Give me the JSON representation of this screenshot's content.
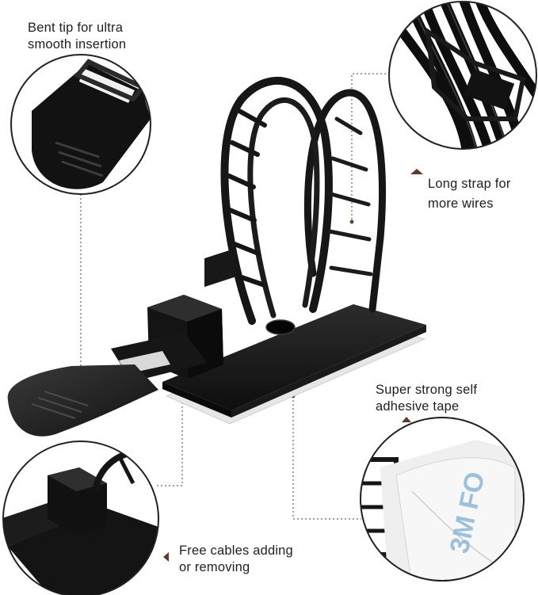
{
  "callouts": {
    "tip": {
      "line1": "Bent tip for ultra",
      "line2": "smooth insertion"
    },
    "strap": {
      "line1": "Long strap for",
      "line2": "more wires"
    },
    "tape": {
      "line1": "Super strong self",
      "line2": "adhesive tape"
    },
    "cables": {
      "line1": "Free cables adding",
      "line2": "or removing"
    }
  },
  "tape_print": "3M FO",
  "colors": {
    "product": "#161616",
    "product_highlight": "#3a3a3a",
    "tape_backing": "#e6e6e6",
    "liner_blue": "#8fb8d6",
    "dotted_line": "#8a5a44",
    "marker": "#5a3d30",
    "circle_border": "#222222"
  },
  "icons": [
    "marker-dot",
    "marker-triangle"
  ]
}
